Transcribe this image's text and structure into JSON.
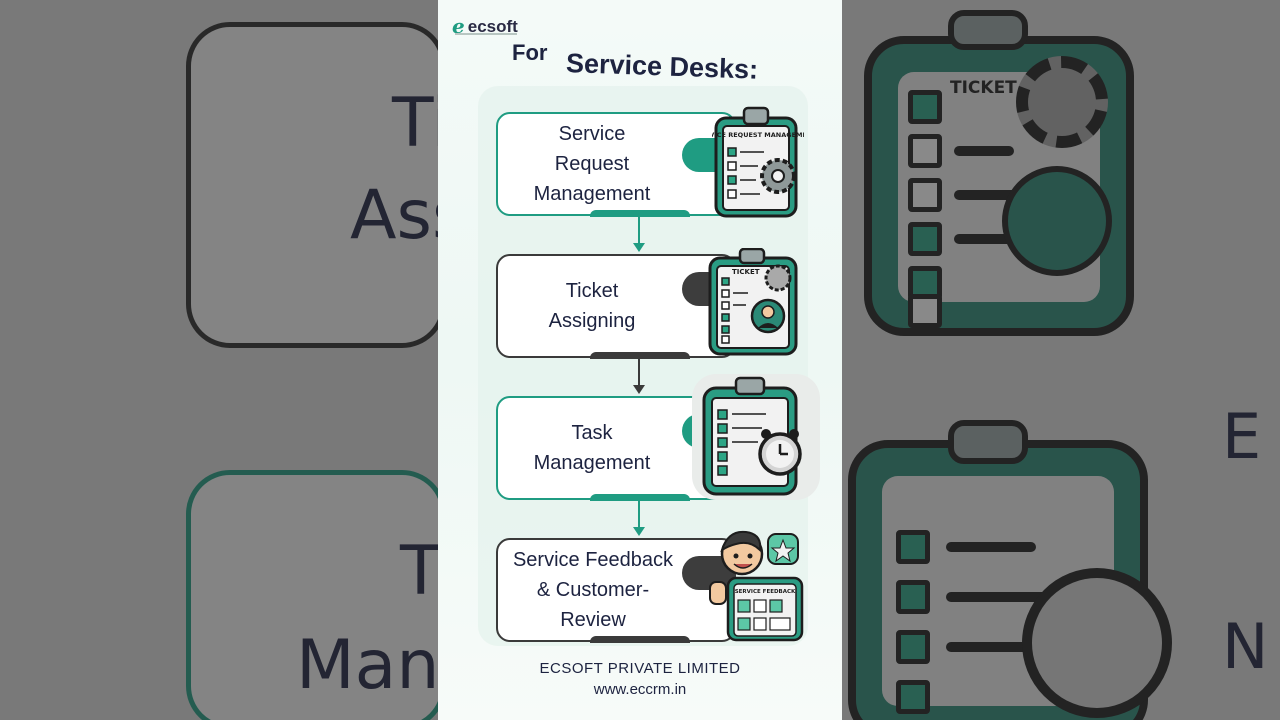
{
  "brand": {
    "logo_mark": "e",
    "logo_text": "ecsoft"
  },
  "title": {
    "prefix": "For",
    "main": "Service Desks:"
  },
  "steps": [
    {
      "label": "Service\nRequest\nManagement",
      "icon": "service-request-clipboard-icon",
      "icon_text": "SERVICE REQUEST MANAGEMENT"
    },
    {
      "label": "Ticket\nAssigning",
      "icon": "ticket-clipboard-icon",
      "icon_text": "TICKET"
    },
    {
      "label": "Task\nManagement",
      "icon": "task-clipboard-clock-icon"
    },
    {
      "label": "Service Feedback\n& Customer- Review",
      "icon": "service-feedback-character-icon",
      "icon_text": "SERVICE FEEDBACK"
    }
  ],
  "footer": {
    "company": "ECSOFT PRIVATE LIMITED",
    "website": "www.eccrm.in"
  },
  "background": {
    "left_words": [
      "Ti",
      "Ass",
      "T",
      "Mana"
    ],
    "right_board_text": "TICKET",
    "right_words": [
      "E",
      "N"
    ]
  },
  "colors": {
    "accent": "#1f9c82",
    "navy": "#1d2340",
    "dark": "#3a3a3a"
  }
}
